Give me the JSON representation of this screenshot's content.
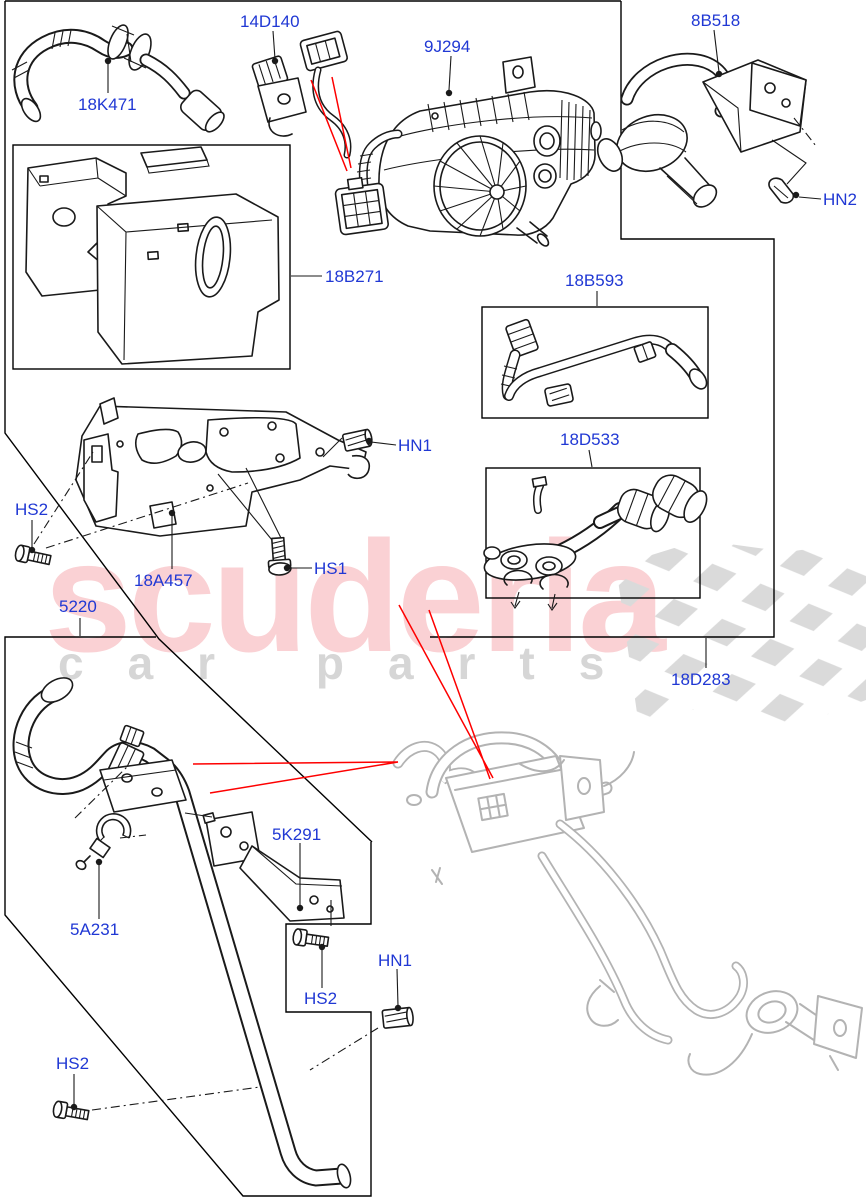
{
  "watermark": {
    "brand": "scuderia",
    "tagline": "car parts"
  },
  "colors": {
    "label_blue": "#2038d4",
    "leader_red": "#fe0000",
    "line_dark": "#1a1a1a",
    "faded_gray": "#b3b3b3",
    "checker_gray": "#dadada",
    "watermark_pink": "#e62e3a38",
    "watermark_gray": "#d6d6d6",
    "background": "#ffffff"
  },
  "labels": {
    "k18K471": "18K471",
    "k14D140": "14D140",
    "k9J294": "9J294",
    "k8B518": "8B518",
    "kHN2": "HN2",
    "k18B271": "18B271",
    "k18B593": "18B593",
    "k18D533": "18D533",
    "kHN1a": "HN1",
    "kHS2a": "HS2",
    "k18A457": "18A457",
    "kHS1": "HS1",
    "k5220": "5220",
    "k18D283": "18D283",
    "k5K291": "5K291",
    "k5A231": "5A231",
    "kHS2b": "HS2",
    "kHN1b": "HN1",
    "kHS2c": "HS2"
  }
}
